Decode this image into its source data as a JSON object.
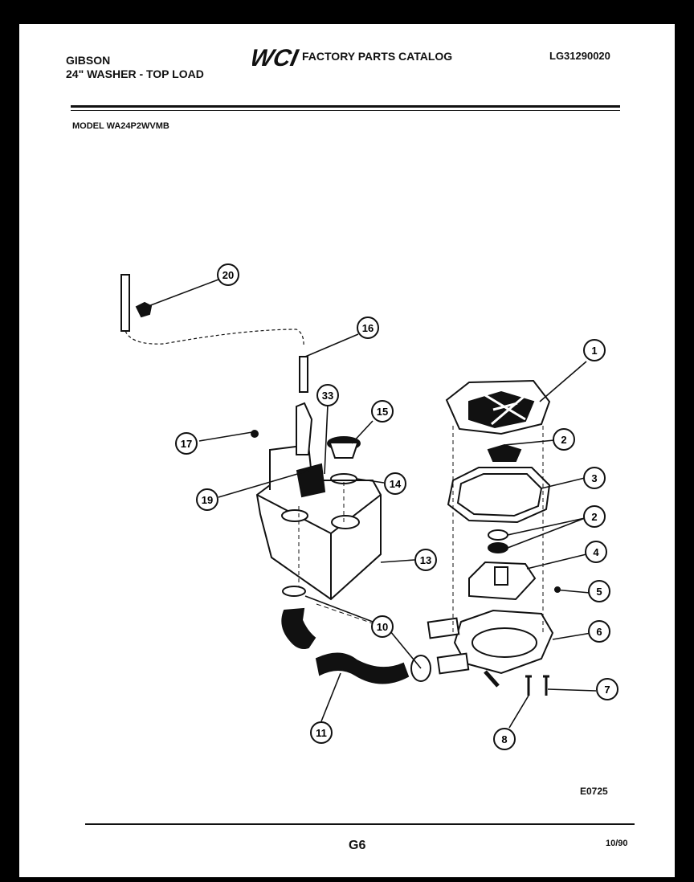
{
  "header": {
    "brand": "GIBSON",
    "product": "24\" WASHER - TOP LOAD",
    "logo_text": "WCI",
    "catalog_title": "FACTORY PARTS CATALOG",
    "catalog_number": "LG31290020",
    "model": "MODEL WA24P2WVMB"
  },
  "diagram": {
    "callouts": [
      "20",
      "16",
      "33",
      "15",
      "17",
      "14",
      "19",
      "13",
      "10",
      "11",
      "1",
      "2",
      "3",
      "2",
      "4",
      "5",
      "6",
      "7",
      "8"
    ]
  },
  "footer": {
    "diagram_code": "E0725",
    "page": "G6",
    "date": "10/90"
  }
}
